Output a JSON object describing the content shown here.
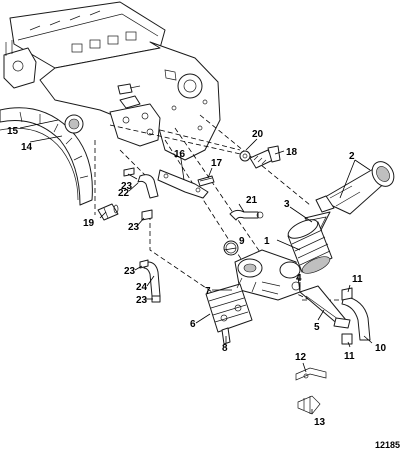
{
  "callouts": [
    "1",
    "2",
    "3",
    "4",
    "5",
    "6",
    "7",
    "8",
    "9",
    "10",
    "11",
    "11",
    "12",
    "13",
    "14",
    "15",
    "16",
    "17",
    "18",
    "19",
    "20",
    "21",
    "22",
    "23",
    "23",
    "23",
    "23",
    "24"
  ],
  "figure_number": "12185"
}
